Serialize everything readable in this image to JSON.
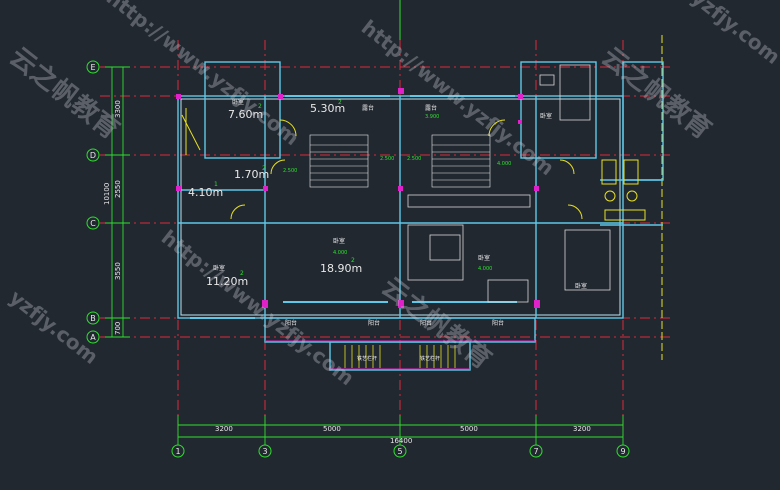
{
  "grid": {
    "rows": [
      "E",
      "D",
      "C",
      "B",
      "A"
    ],
    "cols": [
      "1",
      "3",
      "5",
      "7",
      "9"
    ]
  },
  "dims_bottom": [
    "3200",
    "5000",
    "5000",
    "3200"
  ],
  "dim_total": "16400",
  "dims_left": [
    "3300",
    "2550",
    "3550",
    "700"
  ],
  "dim_left_total": "10100",
  "rooms": {
    "bed_nw": {
      "label": "卧室",
      "area": "7.60m",
      "sup": "2"
    },
    "stair_hall": {
      "area": "5.30m",
      "sup": "2"
    },
    "stair_label_l": "露台",
    "stair_label_r": "露台",
    "stair_small_r": "3.900",
    "bed_ne": {
      "label": "卧室"
    },
    "corridor": {
      "area": "1.70m",
      "sup": "2"
    },
    "closet": {
      "area": "4.10m",
      "sup": "1"
    },
    "elev_l1": "2.500",
    "elev_l2": "2.500",
    "elev_r1": "2.500",
    "elev_r2": "4.000",
    "elev_c0": "4.000",
    "living": {
      "label": "卧室",
      "sub": "4.000",
      "area": "18.90m",
      "sup": "2"
    },
    "bed_w": {
      "label": "卧室",
      "area": "11.20m",
      "sup": "2"
    },
    "bed_e": {
      "label": "卧室",
      "sub": "4.000"
    },
    "bed_se": {
      "label": "卧室"
    },
    "balc1": "阳台",
    "balc2": "阳台",
    "balc3": "阳台",
    "balc4": "阳台",
    "rail1": "铁艺栏杆",
    "rail2": "铁艺栏杆"
  },
  "watermarks": {
    "url": "http://www.yzfjy.com",
    "brand": "云之帆教育",
    "short": "yzfjy.com"
  }
}
